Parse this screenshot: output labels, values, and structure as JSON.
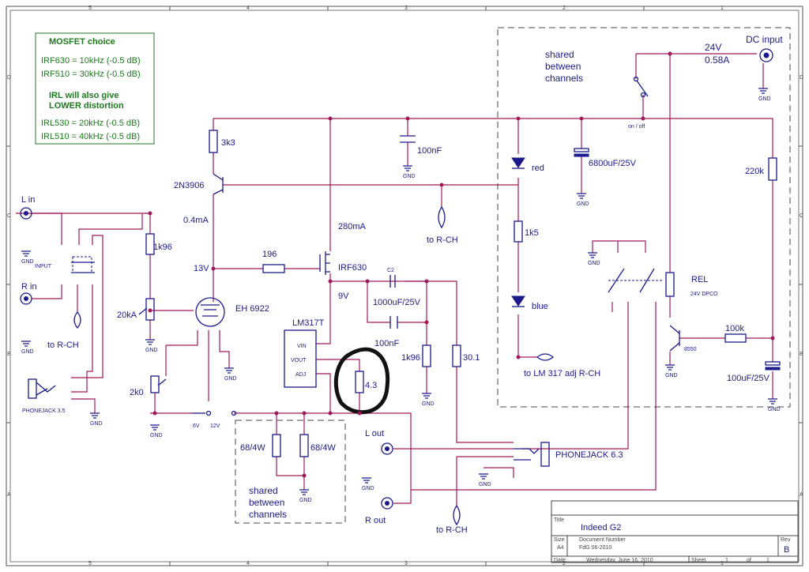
{
  "notes": {
    "mosfet_title": "MOSFET choice",
    "mosfet_lines": [
      "IRF630 = 10kHz (-0.5 dB)",
      "IRF510 = 30kHz (-0.5 dB)"
    ],
    "irl_title_1": "IRL will also give",
    "irl_title_2": "LOWER distortion",
    "irl_lines": [
      "IRL530 = 20kHz (-0.5 dB)",
      "IRL510 = 40kHz (-0.5 dB)"
    ]
  },
  "labels": {
    "shared_top": [
      "shared",
      "between",
      "channels"
    ],
    "shared_bottom": [
      "shared",
      "between",
      "channels"
    ],
    "voltage_24": "24V",
    "current_058": "0.58A",
    "dc_input": "DC input",
    "on_off": "on / off",
    "r3k3": "3k3",
    "q2n3906": "2N3906",
    "i04": "0.4mA",
    "c100n_top": "100nF",
    "led_red": "red",
    "c6800": "6800uF/25V",
    "r220k": "220k",
    "l_in": "L in",
    "r_in": "R in",
    "input": "INPUT",
    "to_rch_left": "to R-CH",
    "r1k96_left": "1k96",
    "pot20k": "20kA",
    "v13": "13V",
    "r196": "196",
    "irf630": "IRF630",
    "i280": "280mA",
    "to_rch_mid": "to R-CH",
    "r1k5": "1k5",
    "led_blue": "blue",
    "v9": "9V",
    "c2": "C2",
    "c1000": "1000uF/25V",
    "c100n_mid": "100nF",
    "tube": "EH 6922",
    "lm317": "LM317T",
    "vin": "VIN",
    "vout": "VOUT",
    "adj": "ADJ",
    "r4_3": "4.3",
    "r1k96_mid": "1k96",
    "r30_1": "30.1",
    "to_lm317": "to LM 317 adj R-CH",
    "rel": "REL",
    "dpco": "24V DPCO",
    "q8550": "8550",
    "r100k": "100k",
    "c100u": "100uF/25V",
    "r2k0": "2k0",
    "phonejack35": "PHONEJACK 3.5",
    "sw6v": "6V",
    "sw12v": "12V",
    "r68_a": "68/4W",
    "r68_b": "68/4W",
    "l_out": "L out",
    "r_out": "R out",
    "phonejack63": "PHONEJACK 6.3",
    "to_rch_bottom": "to R-CH",
    "gnd": "GND"
  },
  "title_block": {
    "title_label": "Title",
    "title": "Indeed G2",
    "size_label": "Size",
    "size": "A4",
    "docnum_label": "Document Number",
    "docnum": "FdG 06-2010",
    "rev_label": "Rev",
    "rev": "B",
    "date_label": "Date:",
    "date": "Wednesday, June 16, 2010",
    "sheet_label": "Sheet",
    "sheet": "1",
    "of_label": "of",
    "of": "1"
  },
  "frame": {
    "cols": [
      "5",
      "4",
      "3",
      "2",
      "1"
    ],
    "rows": [
      "D",
      "C",
      "B",
      "A"
    ]
  },
  "colors": {
    "wire": "#a0185a",
    "component": "#1a1a8c",
    "note_green": "#1e7a1e",
    "highlight": "#111111"
  }
}
